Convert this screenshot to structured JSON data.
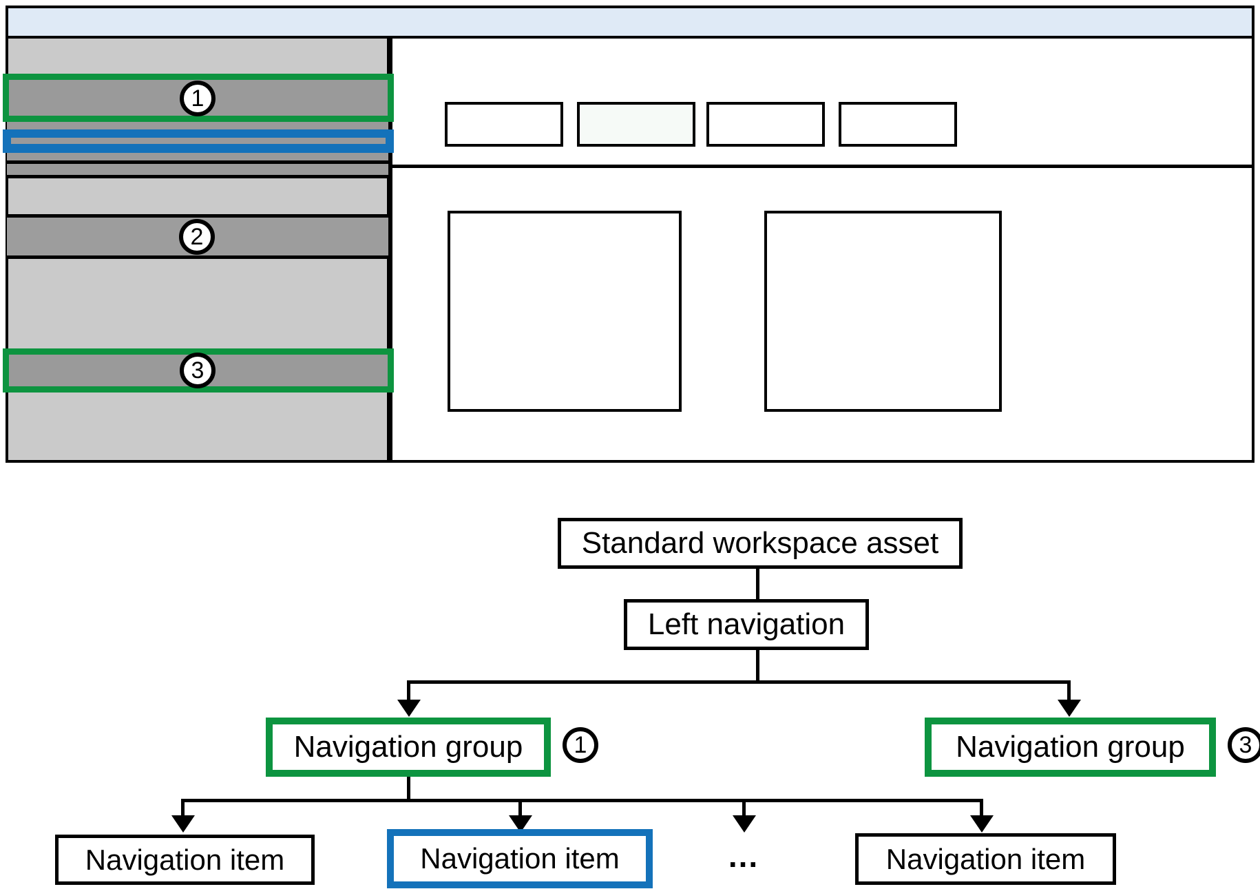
{
  "colors": {
    "accent_green": "#0d9440",
    "accent_blue": "#1472ba",
    "header_blue": "#dfeaf6",
    "sidebar_gray": "#cacaca",
    "bar_gray": "#9a9a9a",
    "selected_tab_tint": "#f6faf7"
  },
  "wireframe": {
    "badges": [
      {
        "label": "1"
      },
      {
        "label": "2"
      },
      {
        "label": "3"
      }
    ]
  },
  "tree": {
    "root": {
      "label": "Standard workspace asset"
    },
    "left_nav": {
      "label": "Left navigation"
    },
    "groups": [
      {
        "label": "Navigation group",
        "badge": "1"
      },
      {
        "label": "Navigation group",
        "badge": "3"
      }
    ],
    "items": [
      {
        "label": "Navigation item"
      },
      {
        "label": "Navigation item"
      },
      {
        "label": "..."
      },
      {
        "label": "Navigation item"
      }
    ]
  }
}
